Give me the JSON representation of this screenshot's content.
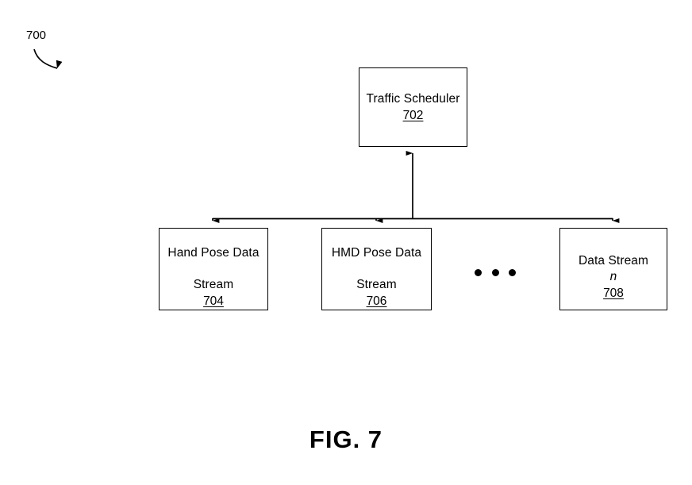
{
  "figure": {
    "caption": "FIG. 7",
    "reference_label": "700",
    "type": "block-diagram",
    "stroke_color": "#000000",
    "background_color": "#ffffff"
  },
  "diagram": {
    "scheduler": {
      "title": "Traffic Scheduler",
      "ref": "702"
    },
    "streams": [
      {
        "title_line1": "Hand Pose Data",
        "title_line2": "Stream",
        "ref": "704"
      },
      {
        "title_line1": "HMD Pose Data",
        "title_line2": "Stream",
        "ref": "706"
      },
      {
        "title_line1": "Data Stream",
        "title_italic": "n",
        "ref": "708"
      }
    ],
    "ellipsis": {
      "dot_count": 3,
      "meaning": "additional data streams"
    },
    "connections": [
      {
        "from": "bus",
        "to": "702",
        "direction": "up",
        "arrowhead": true
      },
      {
        "from": "bus",
        "to": "704",
        "direction": "down",
        "arrowhead": true
      },
      {
        "from": "bus",
        "to": "706",
        "direction": "down",
        "arrowhead": true
      },
      {
        "from": "bus",
        "to": "708",
        "direction": "down",
        "arrowhead": true
      }
    ]
  }
}
